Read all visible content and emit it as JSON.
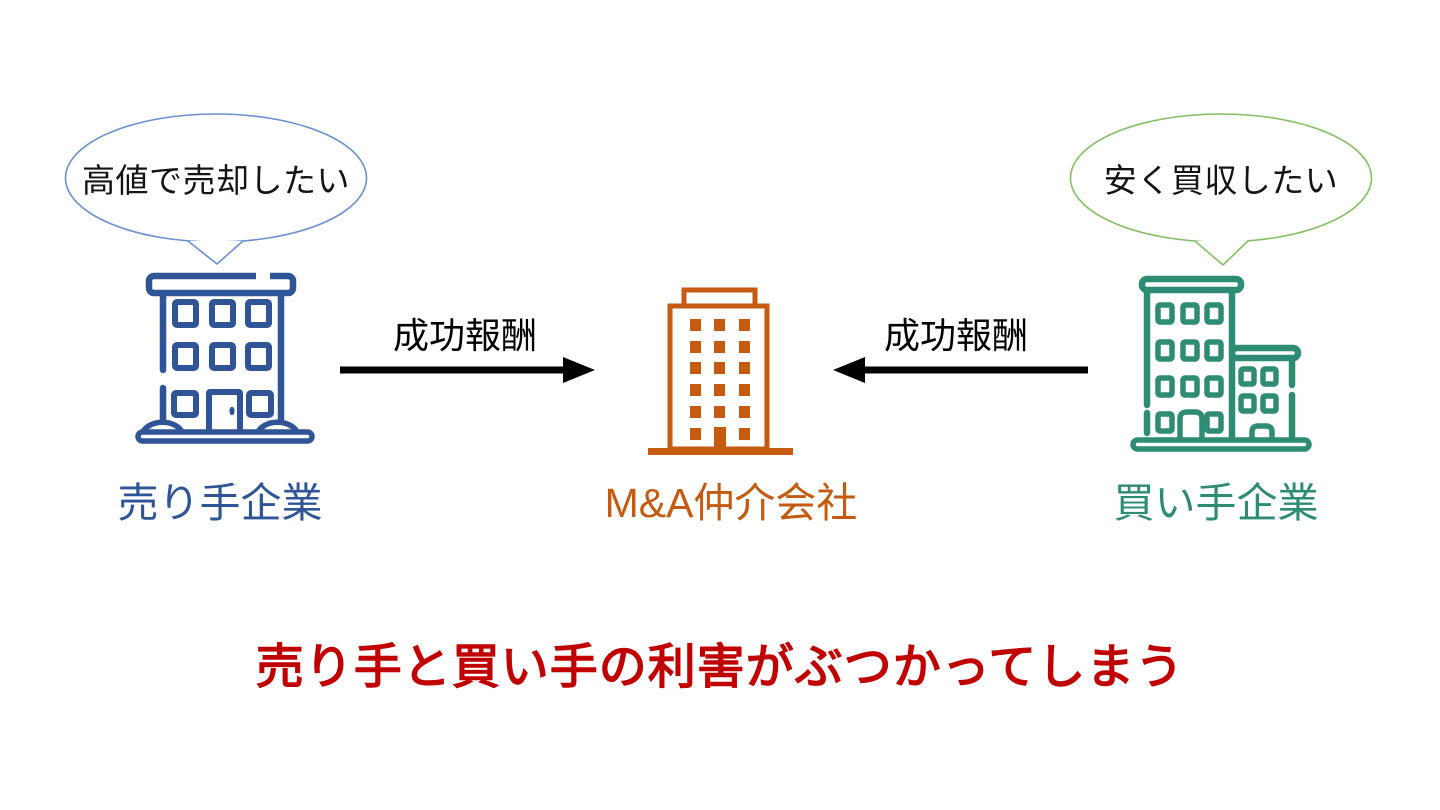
{
  "background": "#FFFFFF",
  "seller": {
    "bubble_text": "高値で売却したい",
    "label": "売り手企業",
    "color": "#2F5597",
    "bubble_stroke": "#6B8FD0",
    "icon": "three-story-building-icon"
  },
  "broker": {
    "label": "M&A仲介会社",
    "color": "#C55A11",
    "icon": "office-tower-icon"
  },
  "buyer": {
    "bubble_text": "安く買収したい",
    "label": "買い手企業",
    "color": "#2E8B74",
    "bubble_stroke": "#85BE63",
    "icon": "two-building-complex-icon"
  },
  "arrows": {
    "left_label": "成功報酬",
    "right_label": "成功報酬",
    "color": "#000000"
  },
  "conclusion": {
    "text": "売り手と買い手の利害がぶつかってしまう",
    "color": "#C00000"
  }
}
